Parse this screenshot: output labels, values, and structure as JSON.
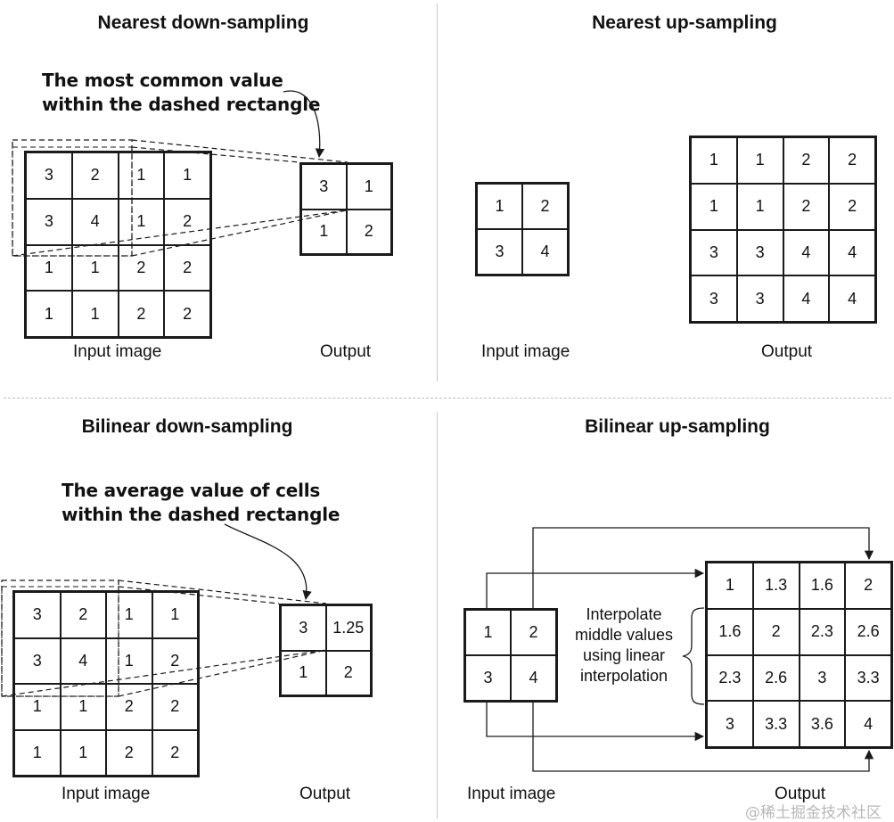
{
  "panels": {
    "nearest_down": {
      "title": "Nearest down-sampling",
      "note_line1": "The most common value",
      "note_line2": "within the dashed rectangle",
      "input_label": "Input image",
      "output_label": "Output",
      "input_grid": [
        [
          "3",
          "2",
          "1",
          "1"
        ],
        [
          "3",
          "4",
          "1",
          "2"
        ],
        [
          "1",
          "1",
          "2",
          "2"
        ],
        [
          "1",
          "1",
          "2",
          "2"
        ]
      ],
      "output_grid": [
        [
          "3",
          "1"
        ],
        [
          "1",
          "2"
        ]
      ]
    },
    "nearest_up": {
      "title": "Nearest up-sampling",
      "input_label": "Input image",
      "output_label": "Output",
      "input_grid": [
        [
          "1",
          "2"
        ],
        [
          "3",
          "4"
        ]
      ],
      "output_grid": [
        [
          "1",
          "1",
          "2",
          "2"
        ],
        [
          "1",
          "1",
          "2",
          "2"
        ],
        [
          "3",
          "3",
          "4",
          "4"
        ],
        [
          "3",
          "3",
          "4",
          "4"
        ]
      ]
    },
    "bilinear_down": {
      "title": "Bilinear down-sampling",
      "note_line1": "The average value of cells",
      "note_line2": "within the dashed rectangle",
      "input_label": "Input image",
      "output_label": "Output",
      "input_grid": [
        [
          "3",
          "2",
          "1",
          "1"
        ],
        [
          "3",
          "4",
          "1",
          "2"
        ],
        [
          "1",
          "1",
          "2",
          "2"
        ],
        [
          "1",
          "1",
          "2",
          "2"
        ]
      ],
      "output_grid": [
        [
          "3",
          "1.25"
        ],
        [
          "1",
          "2"
        ]
      ]
    },
    "bilinear_up": {
      "title": "Bilinear up-sampling",
      "interp_lines": [
        "Interpolate",
        "middle values",
        "using linear",
        "interpolation"
      ],
      "input_label": "Input image",
      "output_label": "Output",
      "input_grid": [
        [
          "1",
          "2"
        ],
        [
          "3",
          "4"
        ]
      ],
      "output_grid": [
        [
          "1",
          "1.3",
          "1.6",
          "2"
        ],
        [
          "1.6",
          "2",
          "2.3",
          "2.6"
        ],
        [
          "2.3",
          "2.6",
          "3",
          "3.3"
        ],
        [
          "3",
          "3.3",
          "3.6",
          "4"
        ]
      ]
    }
  },
  "watermark": "@稀土掘金技术社区"
}
